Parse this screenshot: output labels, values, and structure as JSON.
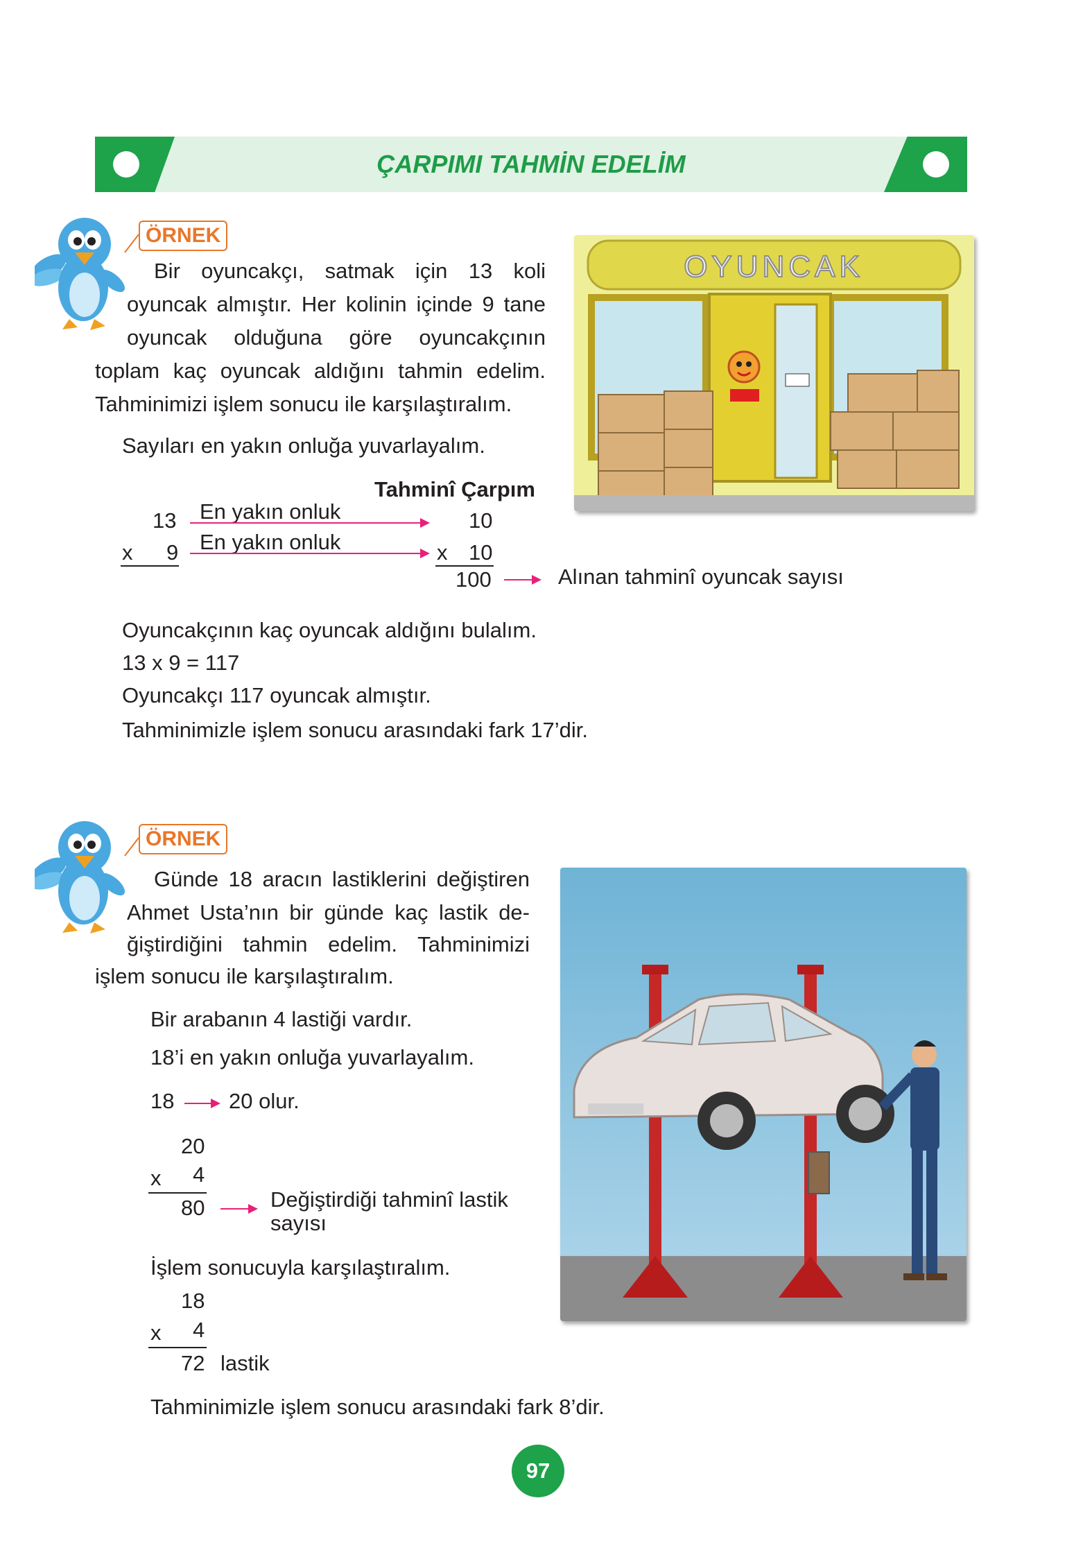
{
  "header": {
    "title": "ÇARPIMI TAHMİN EDELİM"
  },
  "example1": {
    "badge": "ÖRNEK",
    "lines": [
      "Bir oyuncakçı, satmak için 13 koli",
      "oyuncak almıştır. Her kolinin içinde 9 tane",
      "oyuncak olduğuna göre oyuncakçının",
      "toplam kaç oyuncak aldığını tahmin edelim.",
      "Tahminimizi işlem sonucu ile karşılaştıralım."
    ],
    "round_text": "Sayıları en yakın onluğa yuvarlayalım.",
    "estimate_heading": "Tahminî Çarpım",
    "arrow_label_1": "En yakın onluk",
    "arrow_label_2": "En yakın onluk",
    "num_a": "13",
    "times": "x",
    "num_b": "9",
    "est_a": "10",
    "est_b": "10",
    "est_result": "100",
    "result_label": "Alınan tahminî oyuncak sayısı",
    "after": [
      "Oyuncakçının kaç oyuncak aldığını bulalım.",
      "13 x 9 = 117",
      "Oyuncakçı 117 oyuncak almıştır.",
      "Tahminimizle işlem sonucu arasındaki fark 17’dir."
    ],
    "image_sign": "OYUNCAK"
  },
  "example2": {
    "badge": "ÖRNEK",
    "lines": [
      "Günde 18 aracın lastiklerini değiştiren",
      "Ahmet Usta’nın bir günde kaç lastik de-",
      "ğiştirdiğini tahmin edelim. Tahminimizi",
      "işlem sonucu ile karşılaştıralım."
    ],
    "tire_text": "Bir arabanın 4 lastiği vardır.",
    "round_text": "18’i en yakın onluğa yuvarlayalım.",
    "round_from": "18",
    "round_to": "20 olur.",
    "est_a": "20",
    "times": "x",
    "est_b": "4",
    "est_result": "80",
    "result_label_1": "Değiştirdiği tahminî lastik",
    "result_label_2": "sayısı",
    "compare_text": "İşlem sonucuyla karşılaştıralım.",
    "real_a": "18",
    "real_b": "4",
    "real_result": "72",
    "real_unit": "lastik",
    "conclusion": "Tahminimizle işlem sonucu arasındaki fark 8’dir."
  },
  "page_number": "97",
  "colors": {
    "green": "#1ea24a",
    "banner_bg": "#dff2e4",
    "orange": "#e8772a",
    "pink": "#e8207a"
  }
}
